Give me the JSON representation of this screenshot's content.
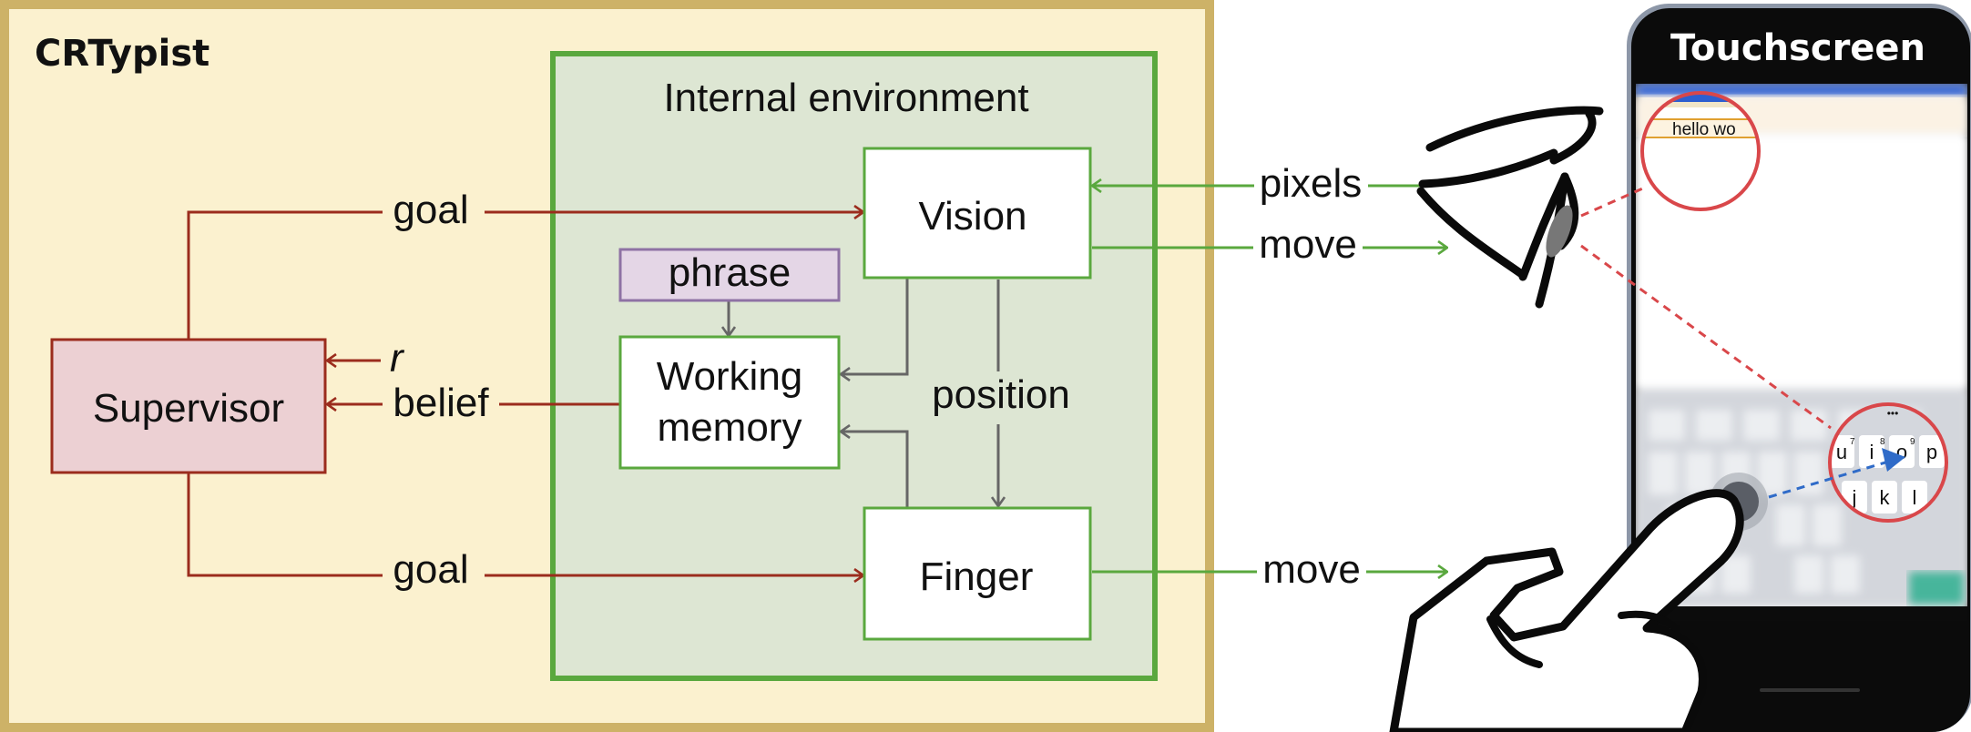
{
  "outer": {
    "title": "CRTypist",
    "bg_color": "#fbf1cf",
    "border_color": "#cdb267"
  },
  "internal_env": {
    "title": "Internal environment",
    "bg_color": "#dde6d3",
    "border_color": "#5aa83e"
  },
  "nodes": {
    "supervisor": "Supervisor",
    "phrase": "phrase",
    "working_memory": [
      "Working",
      "memory"
    ],
    "vision": "Vision",
    "finger": "Finger"
  },
  "edges": {
    "goal_top": "goal",
    "goal_bottom": "goal",
    "r": "r",
    "belief": "belief",
    "position": "position",
    "pixels": "pixels",
    "move_eye": "move",
    "move_finger": "move"
  },
  "touchscreen": {
    "title": "Touchscreen",
    "typed_text": "hello wo",
    "key_numbers": [
      "7",
      "8",
      "9"
    ],
    "keys_top": [
      "u",
      "i",
      "o",
      "p"
    ],
    "keys_bottom": [
      "j",
      "k",
      "l"
    ],
    "key_menu": "•••"
  },
  "icons": [
    "eye-icon",
    "hand-icon",
    "phone-icon"
  ],
  "colors": {
    "red_arrow": "#9b2c1d",
    "green_arrow": "#5aa83e",
    "gray_arrow": "#666666",
    "supervisor_fill": "#ecd0d3",
    "phrase_fill": "#e4d6e6",
    "phrase_border": "#8e72a4",
    "zoom_circle": "#d9474a",
    "finger_dash": "#2f6bc8"
  }
}
